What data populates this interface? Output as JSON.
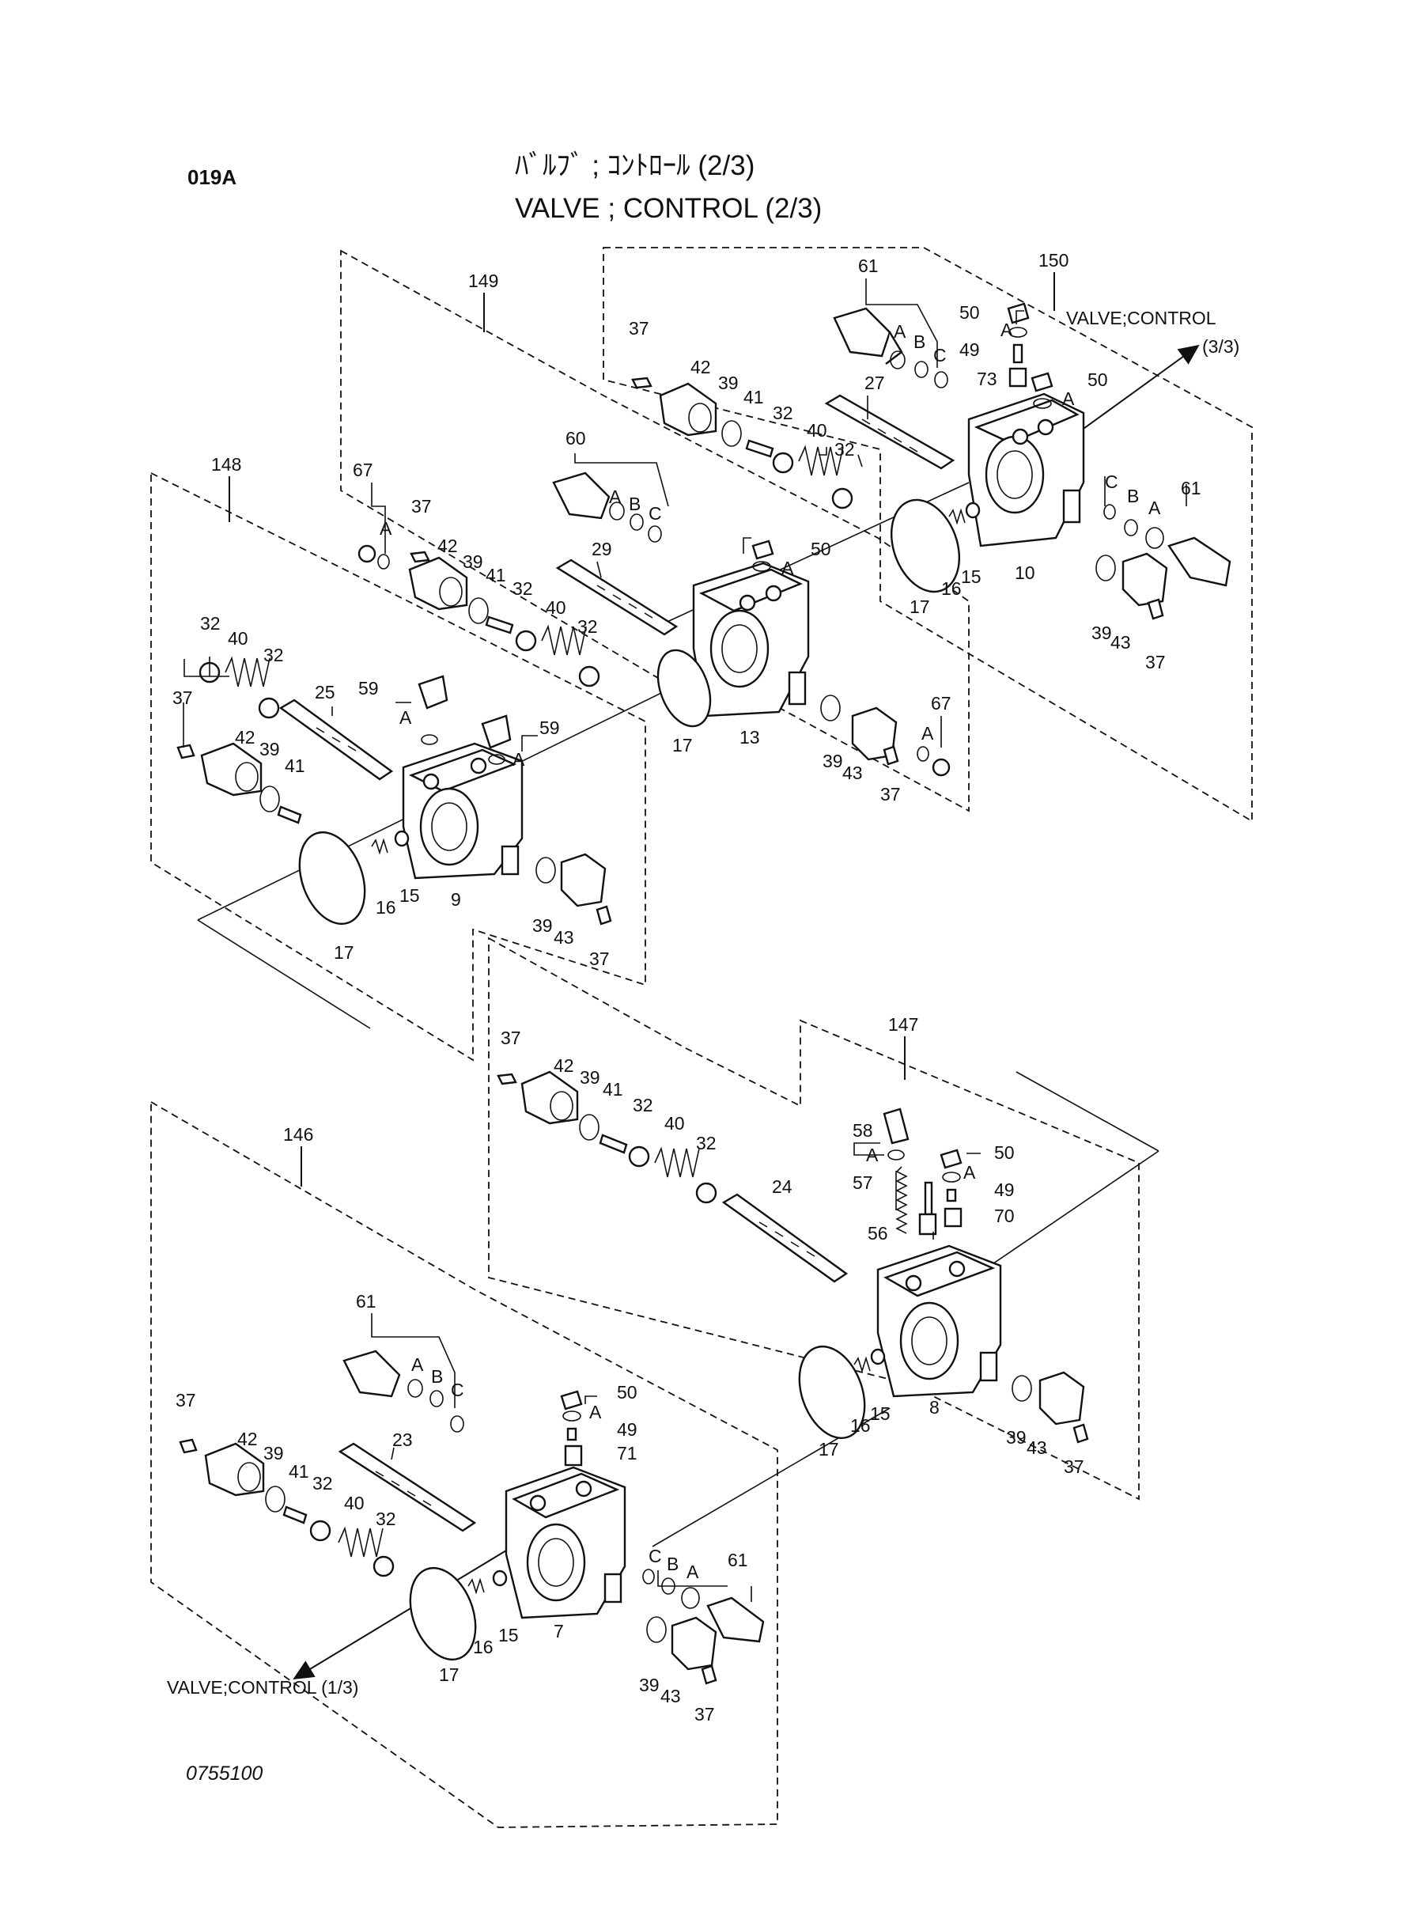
{
  "page": {
    "page_code": "019A",
    "title_ja": "ﾊﾞﾙﾌﾞ ; ｺﾝﾄﾛｰﾙ (2/3)",
    "title_en": "VALVE ; CONTROL (2/3)",
    "figure_number": "0755100"
  },
  "arrows": {
    "to_next": "VALVE;CONTROL",
    "to_next_page": "(3/3)",
    "to_prev": "VALVE;CONTROL (1/3)"
  },
  "groups": [
    "150",
    "149",
    "148",
    "147",
    "146"
  ],
  "letters": {
    "a": "A",
    "b": "B",
    "c": "C"
  },
  "labels": {
    "g150": [
      "61",
      "50",
      "49",
      "73",
      "50",
      "37",
      "42",
      "39",
      "41",
      "32",
      "27",
      "40",
      "32",
      "61",
      "10",
      "15",
      "16",
      "17",
      "39",
      "43",
      "37"
    ],
    "g149": [
      "60",
      "67",
      "37",
      "42",
      "39",
      "41",
      "32",
      "29",
      "40",
      "32",
      "50",
      "13",
      "17",
      "39",
      "43",
      "37",
      "67"
    ],
    "g148": [
      "32",
      "40",
      "32",
      "25",
      "37",
      "42",
      "39",
      "41",
      "59",
      "59",
      "16",
      "15",
      "9",
      "17",
      "39",
      "43",
      "37"
    ],
    "g147": [
      "37",
      "42",
      "39",
      "41",
      "32",
      "40",
      "32",
      "24",
      "58",
      "57",
      "56",
      "50",
      "49",
      "70",
      "8",
      "15",
      "16",
      "17",
      "39",
      "43",
      "37"
    ],
    "g146": [
      "61",
      "37",
      "42",
      "39",
      "41",
      "32",
      "23",
      "40",
      "32",
      "50",
      "49",
      "71",
      "61",
      "7",
      "15",
      "16",
      "17",
      "39",
      "43",
      "37"
    ]
  },
  "icons": [
    "valve-body-icon",
    "spool-icon",
    "spring-icon",
    "o-ring-icon",
    "cap-icon",
    "relief-valve-icon",
    "bolt-icon",
    "plug-icon"
  ]
}
